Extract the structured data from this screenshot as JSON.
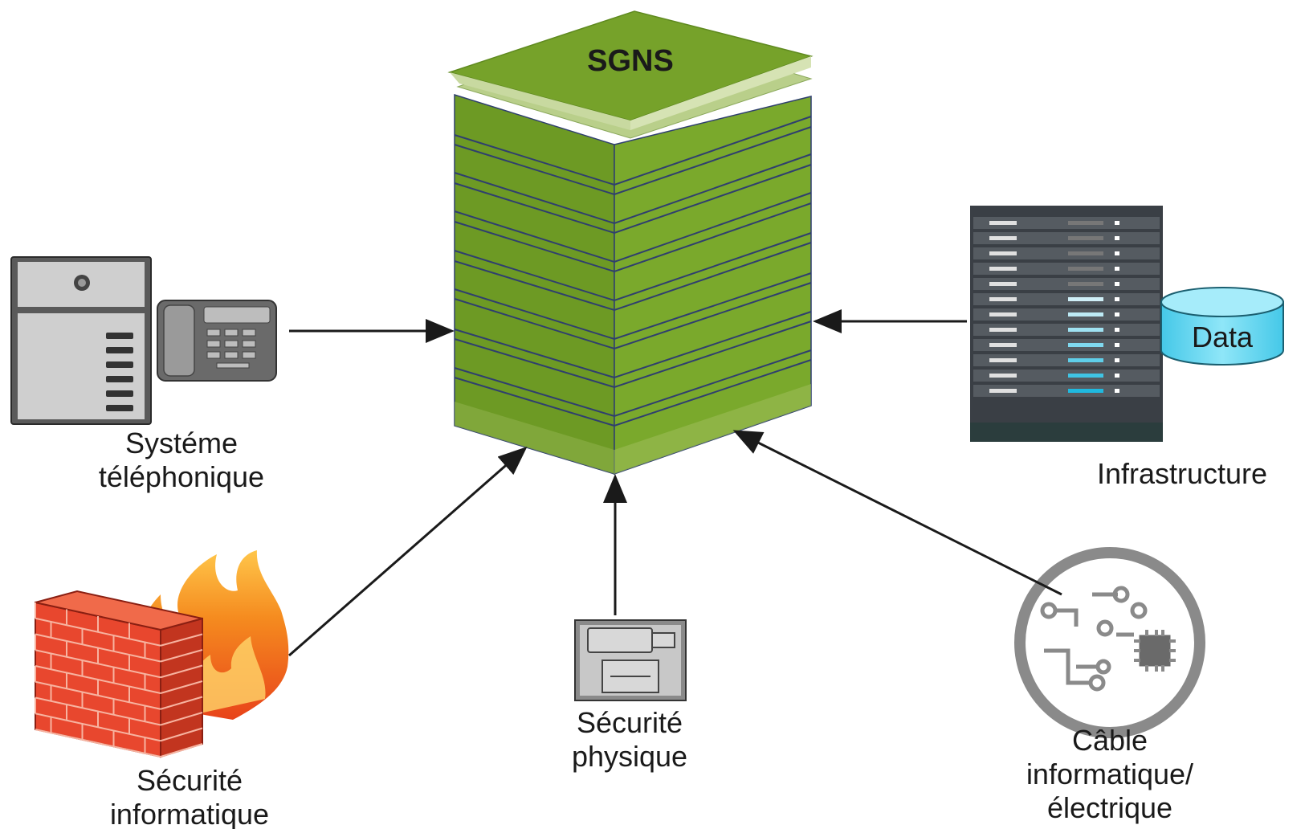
{
  "center": {
    "title": "SGNS"
  },
  "nodes": {
    "telephony": {
      "label_line1": "Systéme",
      "label_line2": "téléphonique"
    },
    "infrastructure": {
      "label": "Infrastructure",
      "db_label": "Data"
    },
    "it_security": {
      "label_line1": "Sécurité",
      "label_line2": "informatique"
    },
    "physical_security": {
      "label_line1": "Sécurité",
      "label_line2": "physique"
    },
    "cabling": {
      "label_line1": "Câble",
      "label_line2": "informatique/",
      "label_line3": "électrique"
    }
  },
  "colors": {
    "tower_green": "#76a22a",
    "tower_band": "#2f3f6e",
    "db_cyan": "#5fd4f0",
    "firewall_red": "#e8472e",
    "rack_dark": "#3a3f45",
    "arrow": "#1a1a1a"
  }
}
